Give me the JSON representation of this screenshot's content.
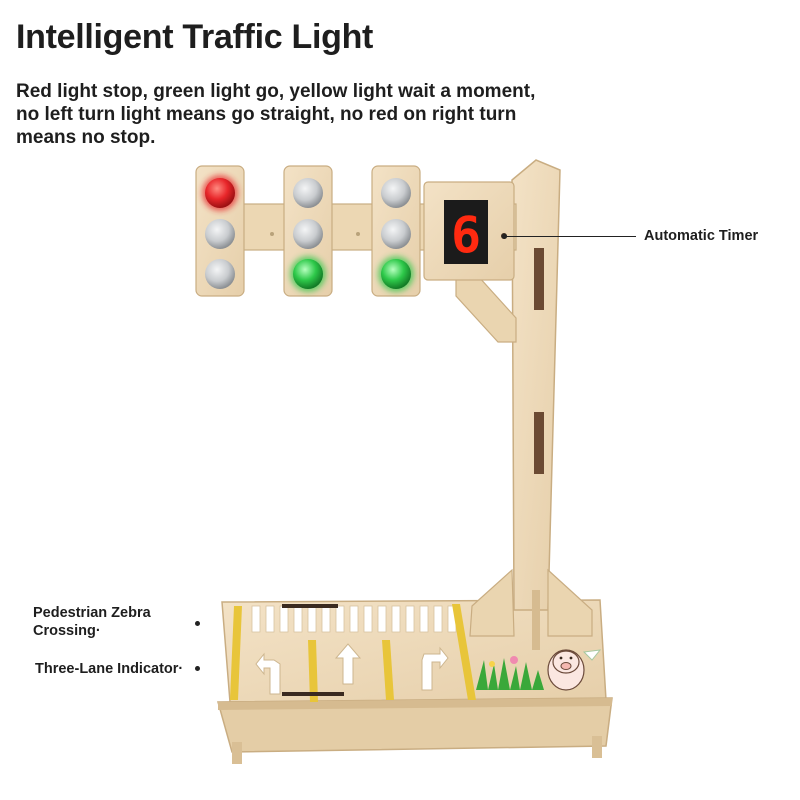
{
  "heading": {
    "title": "Intelligent Traffic Light",
    "description": "Red light stop, green light go, yellow light wait a moment, no left turn light means go straight, no red on right turn means no stop."
  },
  "timer_display": {
    "digit": "6",
    "color": "#ff2a10"
  },
  "callouts": {
    "timer": "Automatic Timer",
    "zebra": "Pedestrian Zebra Crossing·",
    "lanes": "Three-Lane Indicator·"
  },
  "colors": {
    "wood": "#efdcbc",
    "wood_edge": "#c9ad82",
    "lane_yellow": "#e8c53a",
    "light_red": "#e8262a",
    "light_green": "#2ec94a",
    "light_off": "#c9cccf"
  }
}
